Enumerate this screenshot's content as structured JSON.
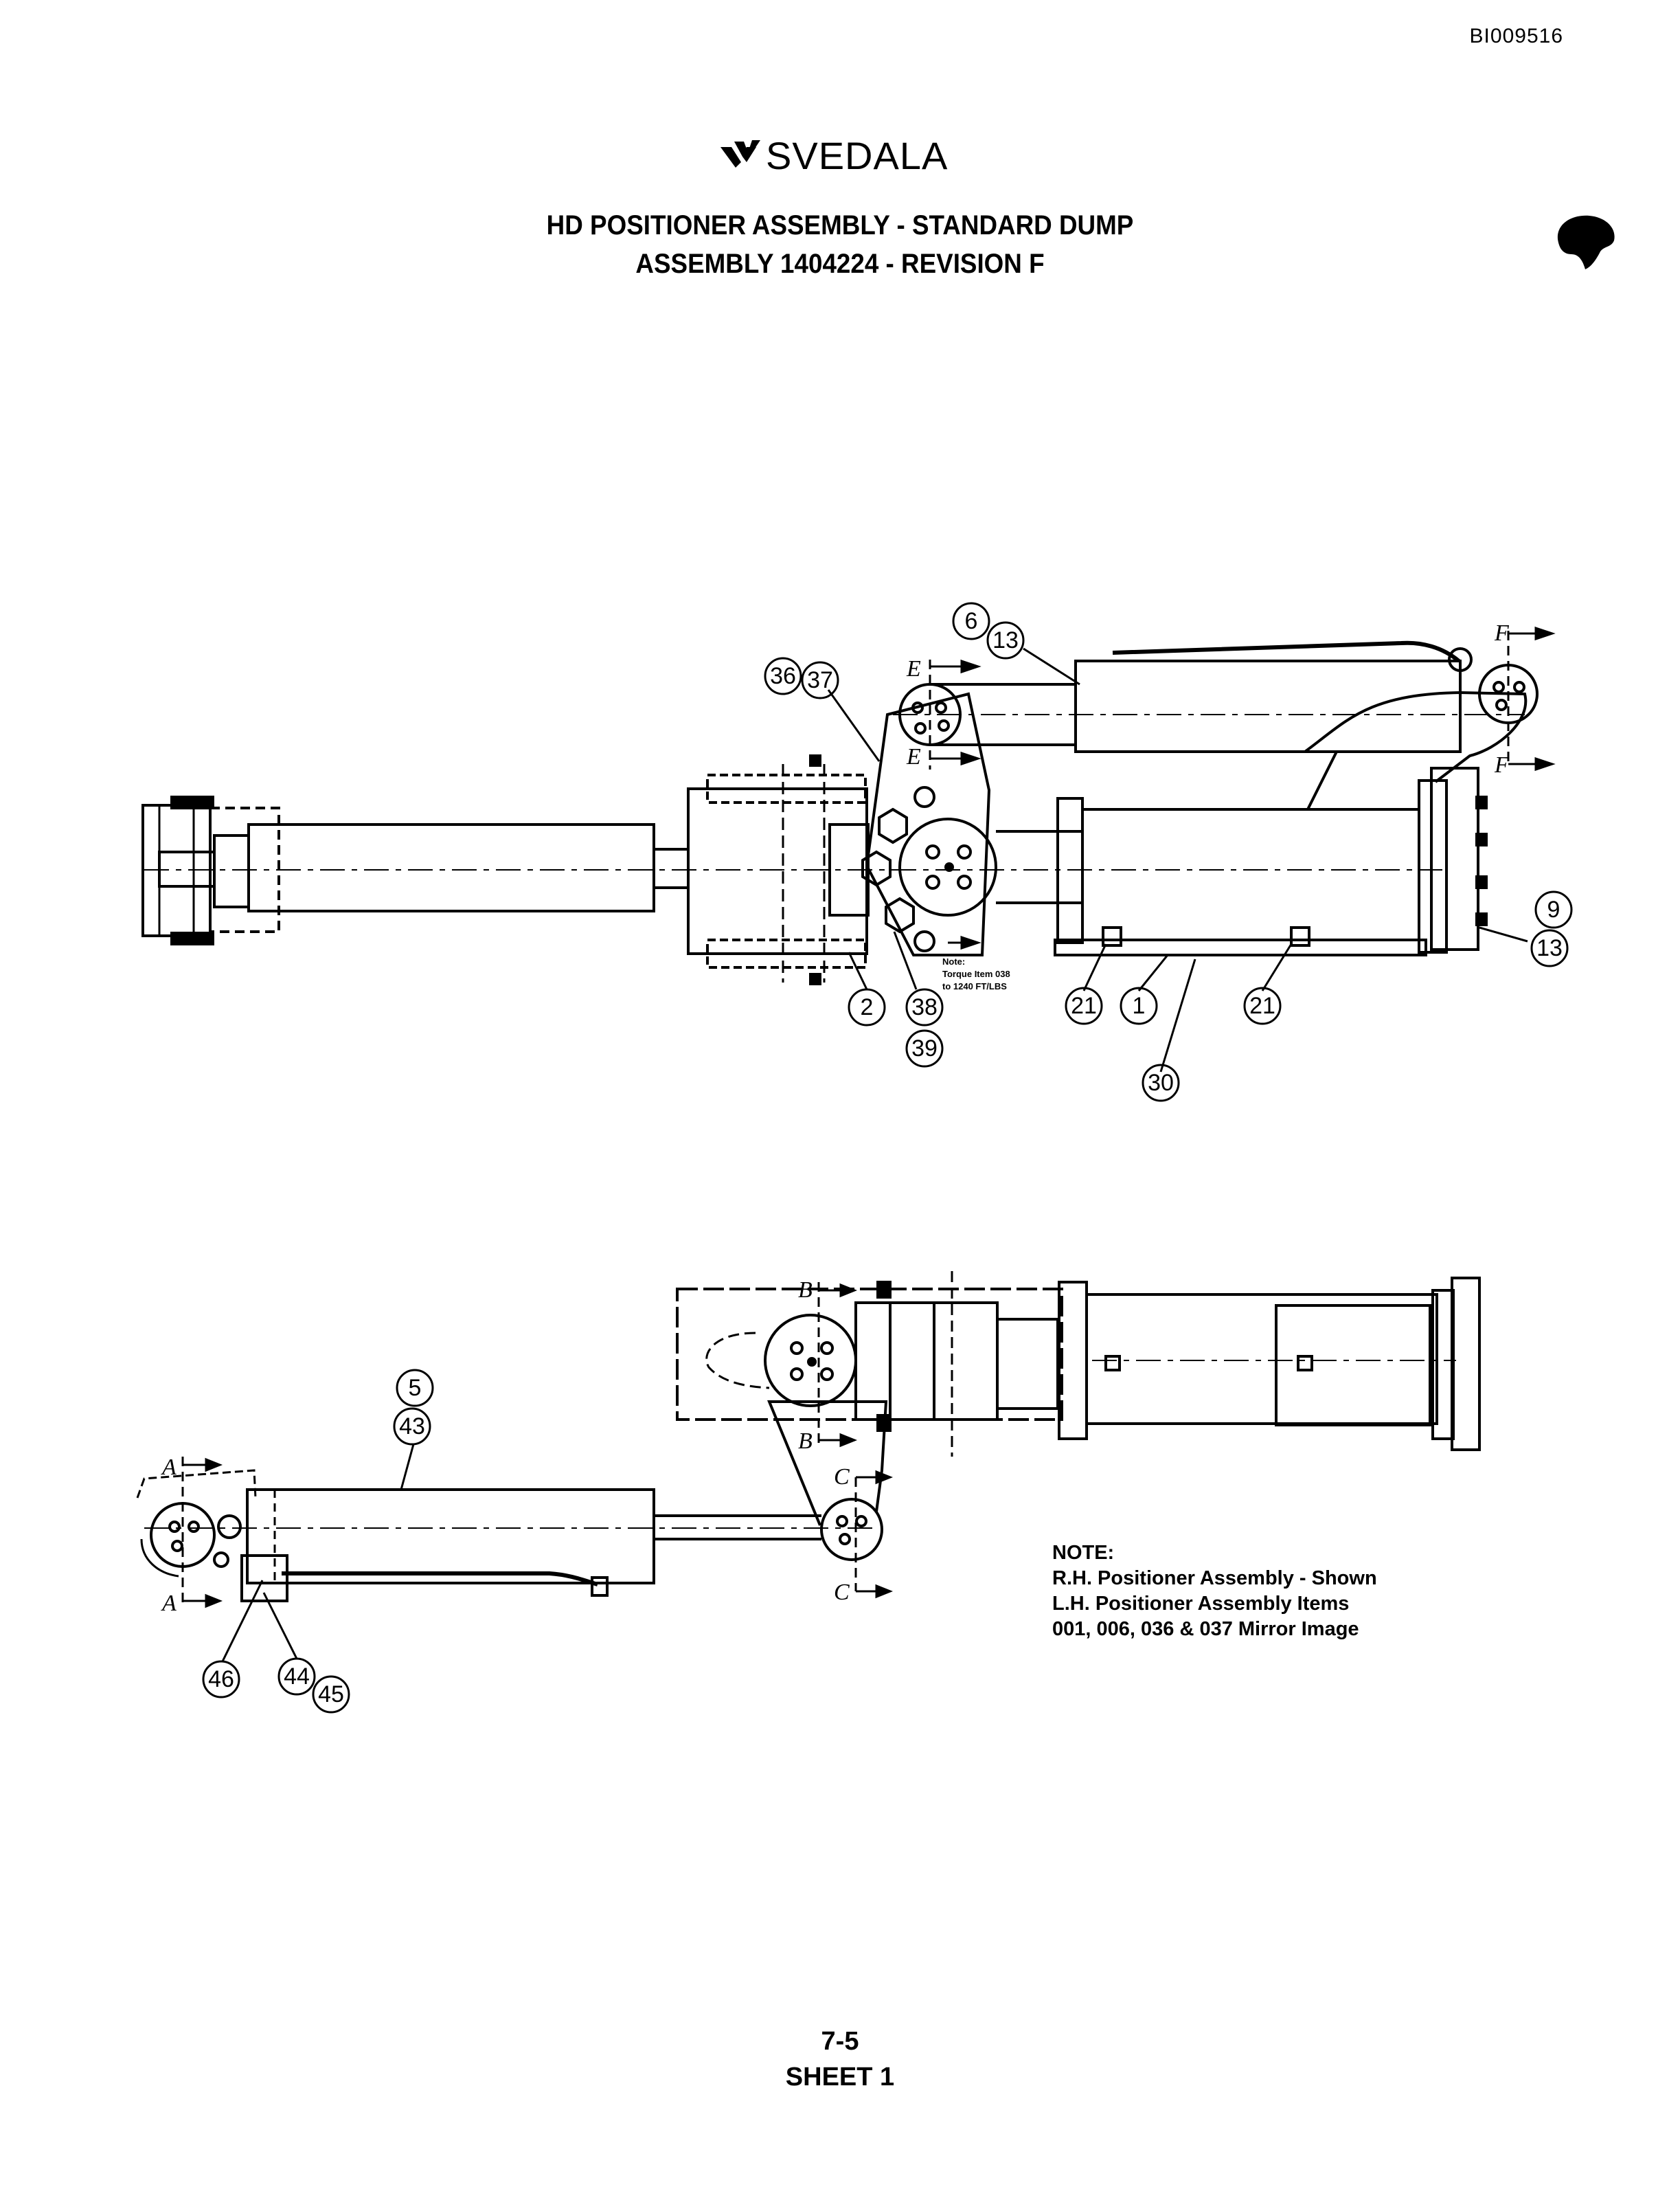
{
  "header": {
    "doc_id": "BI009516",
    "logo_text": "SVEDALA",
    "title_line1": "HD POSITIONER ASSEMBLY - STANDARD DUMP",
    "title_line2": "ASSEMBLY 1404224 - REVISION F"
  },
  "top_view": {
    "balloons": [
      "6",
      "13",
      "36",
      "37",
      "9",
      "13",
      "2",
      "38",
      "39",
      "21",
      "1",
      "21",
      "30"
    ],
    "torque_note": [
      "Note:",
      "Torque Item 038",
      "to 1240 FT/LBS"
    ],
    "section_labels": [
      "E",
      "E",
      "F",
      "F"
    ]
  },
  "bottom_view": {
    "balloons": [
      "5",
      "43",
      "46",
      "44",
      "45"
    ],
    "section_labels": [
      "A",
      "A",
      "B",
      "B",
      "C",
      "C"
    ]
  },
  "note": {
    "heading": "NOTE:",
    "line1": "R.H. Positioner Assembly - Shown",
    "line2": "L.H. Positioner Assembly Items",
    "line3": "001, 006, 036 & 037 Mirror Image"
  },
  "footer": {
    "page": "7-5",
    "sheet": "SHEET 1"
  }
}
